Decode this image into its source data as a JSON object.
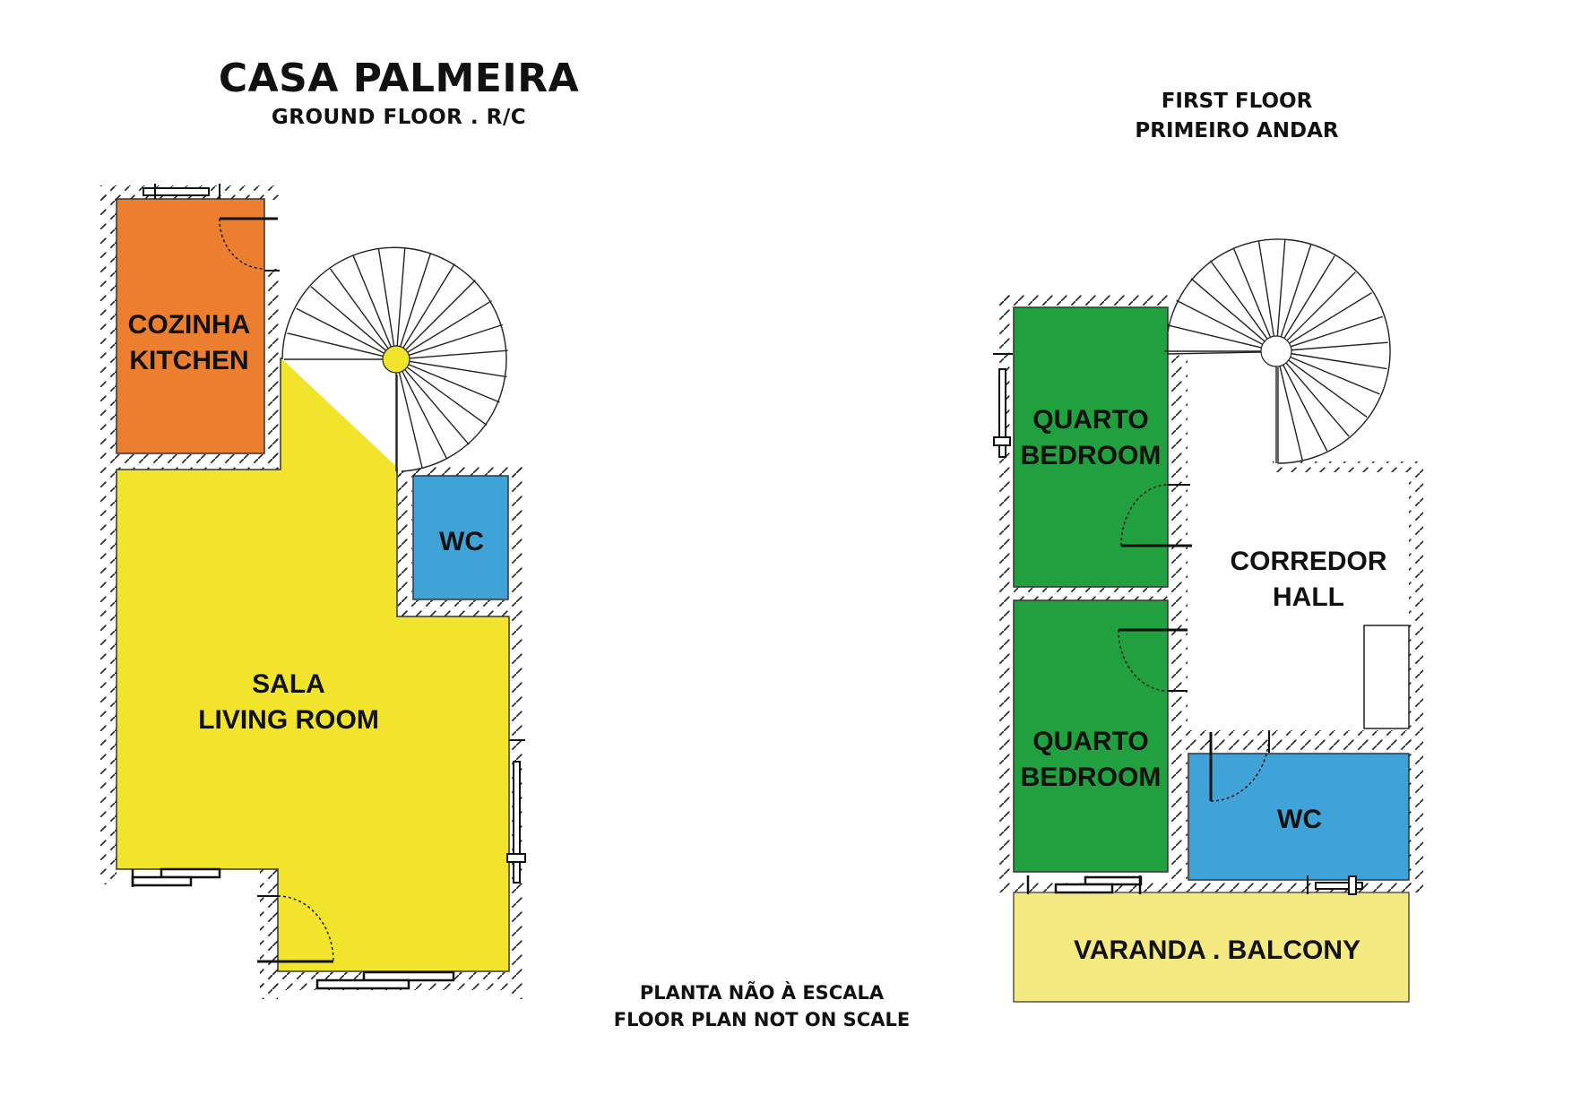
{
  "header": {
    "title": "CASA PALMEIRA",
    "ground_subtitle": "GROUND FLOOR  .  R/C",
    "first_title_line1": "FIRST FLOOR",
    "first_title_line2": "PRIMEIRO ANDAR"
  },
  "note": {
    "line1": "PLANTA NÃO À ESCALA",
    "line2": "FLOOR PLAN NOT ON SCALE"
  },
  "colors": {
    "kitchen": "#ec7f2f",
    "living": "#f1e42b",
    "wc": "#3fa3d8",
    "bedroom": "#21a03f",
    "balcony": "#f5ea82",
    "wall_hatch": "#222222"
  },
  "ground_floor": {
    "rooms": [
      {
        "id": "kitchen",
        "line1": "COZINHA",
        "line2": "KITCHEN"
      },
      {
        "id": "living",
        "line1": "SALA",
        "line2": "LIVING ROOM"
      },
      {
        "id": "wc",
        "line1": "WC"
      }
    ],
    "staircase": {
      "type": "spiral",
      "steps": 20
    }
  },
  "first_floor": {
    "rooms": [
      {
        "id": "bedroom1",
        "line1": "QUARTO",
        "line2": "BEDROOM"
      },
      {
        "id": "bedroom2",
        "line1": "QUARTO",
        "line2": "BEDROOM"
      },
      {
        "id": "corridor",
        "line1": "CORREDOR",
        "line2": "HALL"
      },
      {
        "id": "wc",
        "line1": "WC"
      },
      {
        "id": "balcony",
        "line1": "VARANDA . BALCONY"
      }
    ],
    "staircase": {
      "type": "spiral",
      "steps": 20
    }
  }
}
